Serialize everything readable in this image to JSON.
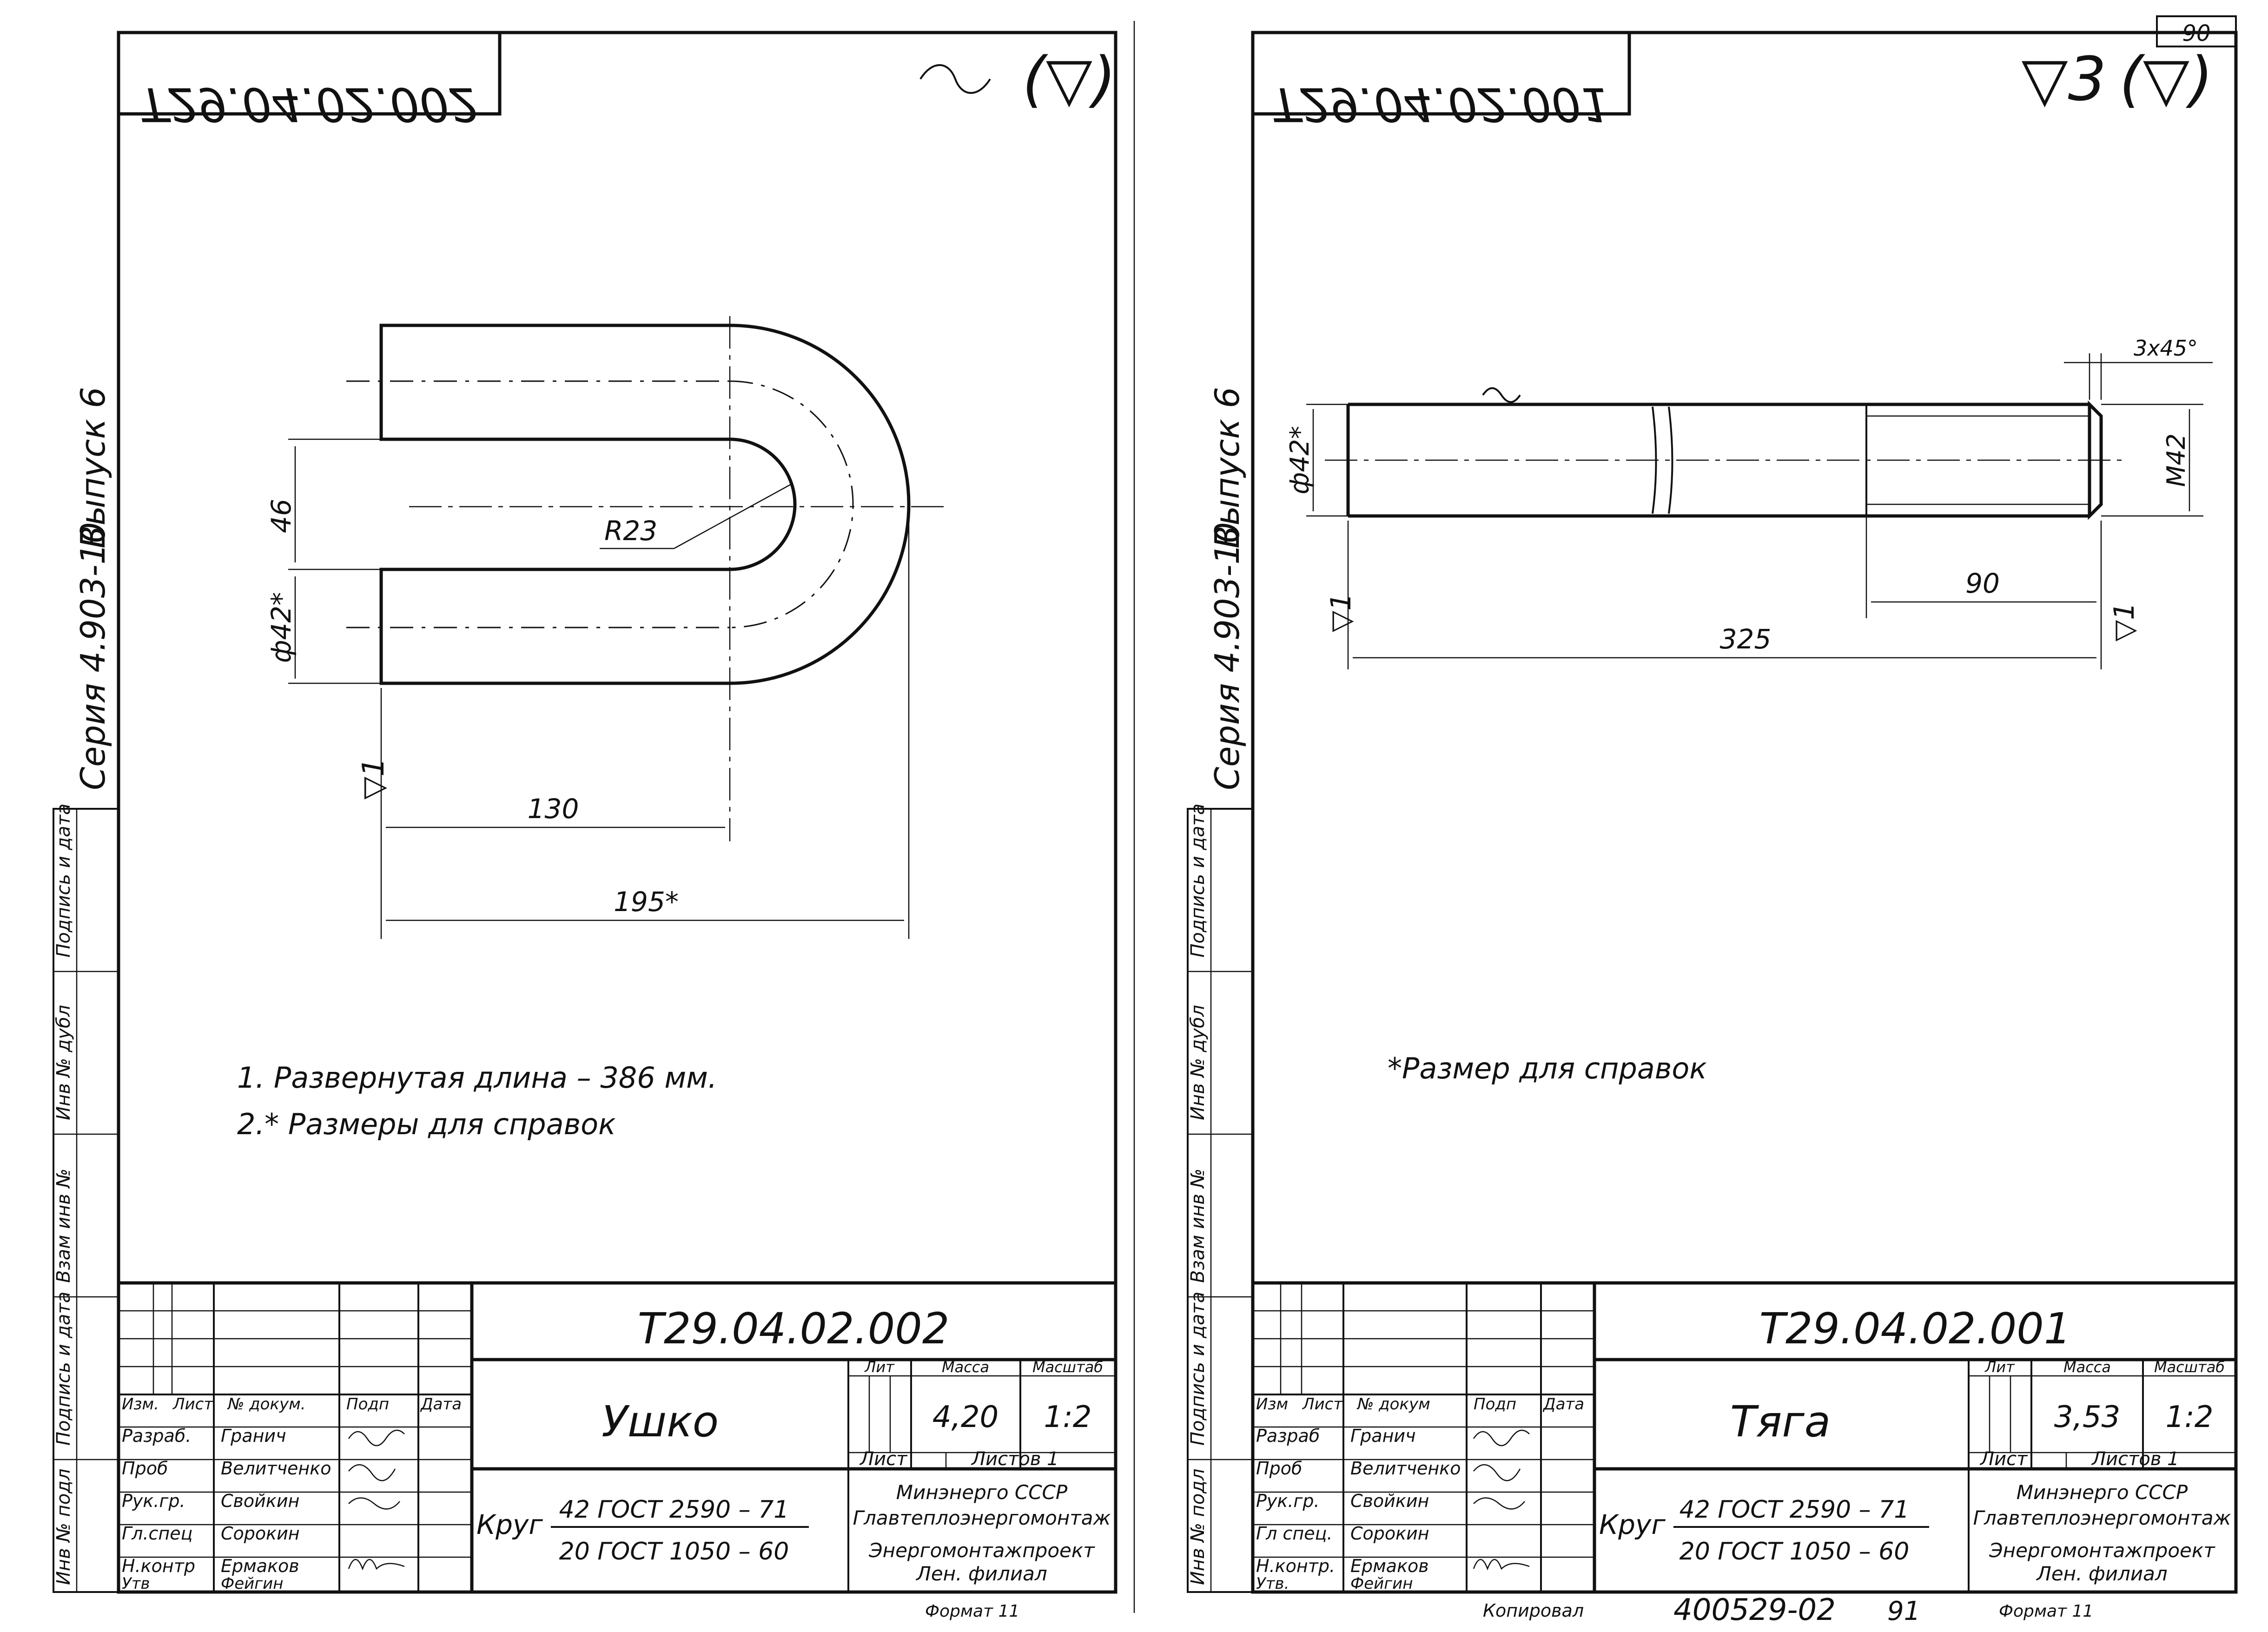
{
  "page_number": "90",
  "series_text": "Серия  4.903-10",
  "issue_text": "Выпуск 6",
  "margin_stamps": [
    "Подпись и дата",
    "Инв № дубл",
    "Взам инв №",
    "Подпись и дата",
    "Инв № подл"
  ],
  "roughness_general": "(▽)",
  "roughness_surface": "▽1",
  "sheets": [
    {
      "id": "left",
      "mirror_number": "T29.04.02.002",
      "roughness_class": "",
      "dimensions": {
        "height": "46",
        "diameter": "ф42*",
        "radius": "R23",
        "straight": "130",
        "overall": "195*"
      },
      "notes": [
        "1. Развернутая  длина – 386 мм.",
        "2.* Размеры для  справок"
      ],
      "title_block": {
        "designation": "T29.04.02.002",
        "name": "Ушко",
        "mass": "4,20",
        "scale": "1:2",
        "material_prefix": "Круг",
        "material_top": "42 ГОСТ 2590 – 71",
        "material_bottom": "20 ГОСТ 1050  –  60",
        "org_lines": [
          "Минэнерго СССР",
          "Главтеплоэнергомонтаж",
          "Энергомонтажпроект",
          "Лен. филиал"
        ],
        "col_headers": [
          "Изм.",
          "Лист",
          "№ докум.",
          "Подп",
          "Дата"
        ],
        "col_header_lit": "Лит",
        "col_header_mass": "Масса",
        "col_header_scale": "Масштаб",
        "sheet_label": "Лист",
        "sheets_label": "Листов 1",
        "roles": [
          {
            "role": "Разраб.",
            "name": "Гранич"
          },
          {
            "role": "Проб",
            "name": "Велитченко"
          },
          {
            "role": "Рук.гр.",
            "name": "Свойкин"
          },
          {
            "role": "Гл.спец",
            "name": "Сорокин"
          },
          {
            "role": "Н.контр",
            "name": "Ермаков"
          },
          {
            "role": "Утв",
            "name": "Фейгин"
          }
        ],
        "footer_note": "Формат 11"
      }
    },
    {
      "id": "right",
      "mirror_number": "T29.04.02.001",
      "roughness_class": "▽3",
      "dimensions": {
        "chamfer": "3x45°",
        "diameter": "ф42*",
        "thread": "M42",
        "thread_len": "90",
        "overall": "325"
      },
      "notes": [
        "*Размер  для  справок"
      ],
      "title_block": {
        "designation": "T29.04.02.001",
        "name": "Тяга",
        "mass": "3,53",
        "scale": "1:2",
        "material_prefix": "Круг",
        "material_top": "42 ГОСТ 2590 – 71",
        "material_bottom": "20 ГОСТ 1050  –  60",
        "org_lines": [
          "Минэнерго СССР",
          "Главтеплоэнергомонтаж",
          "Энергомонтажпроект",
          "Лен. филиал"
        ],
        "col_headers": [
          "Изм",
          "Лист",
          "№ докум",
          "Подп",
          "Дата"
        ],
        "col_header_lit": "Лит",
        "col_header_mass": "Масса",
        "col_header_scale": "Масштаб",
        "sheet_label": "Лист",
        "sheets_label": "Листов 1",
        "roles": [
          {
            "role": "Разраб",
            "name": "Гранич"
          },
          {
            "role": "Проб",
            "name": "Велитченко"
          },
          {
            "role": "Рук.гр.",
            "name": "Свойкин"
          },
          {
            "role": "Гл спец.",
            "name": "Сорокин"
          },
          {
            "role": "Н.контр.",
            "name": "Ермаков"
          },
          {
            "role": "Утв.",
            "name": "Фейгин"
          }
        ],
        "footer_note": "Формат 11"
      }
    }
  ],
  "footer": {
    "copied_label": "Копировал",
    "archive_number": "400529-02",
    "archive_page": "91"
  },
  "colors": {
    "ink": "#111111",
    "paper": "#ffffff"
  },
  "icons": [
    "surface-roughness-icon",
    "wavy-roughness-icon"
  ]
}
